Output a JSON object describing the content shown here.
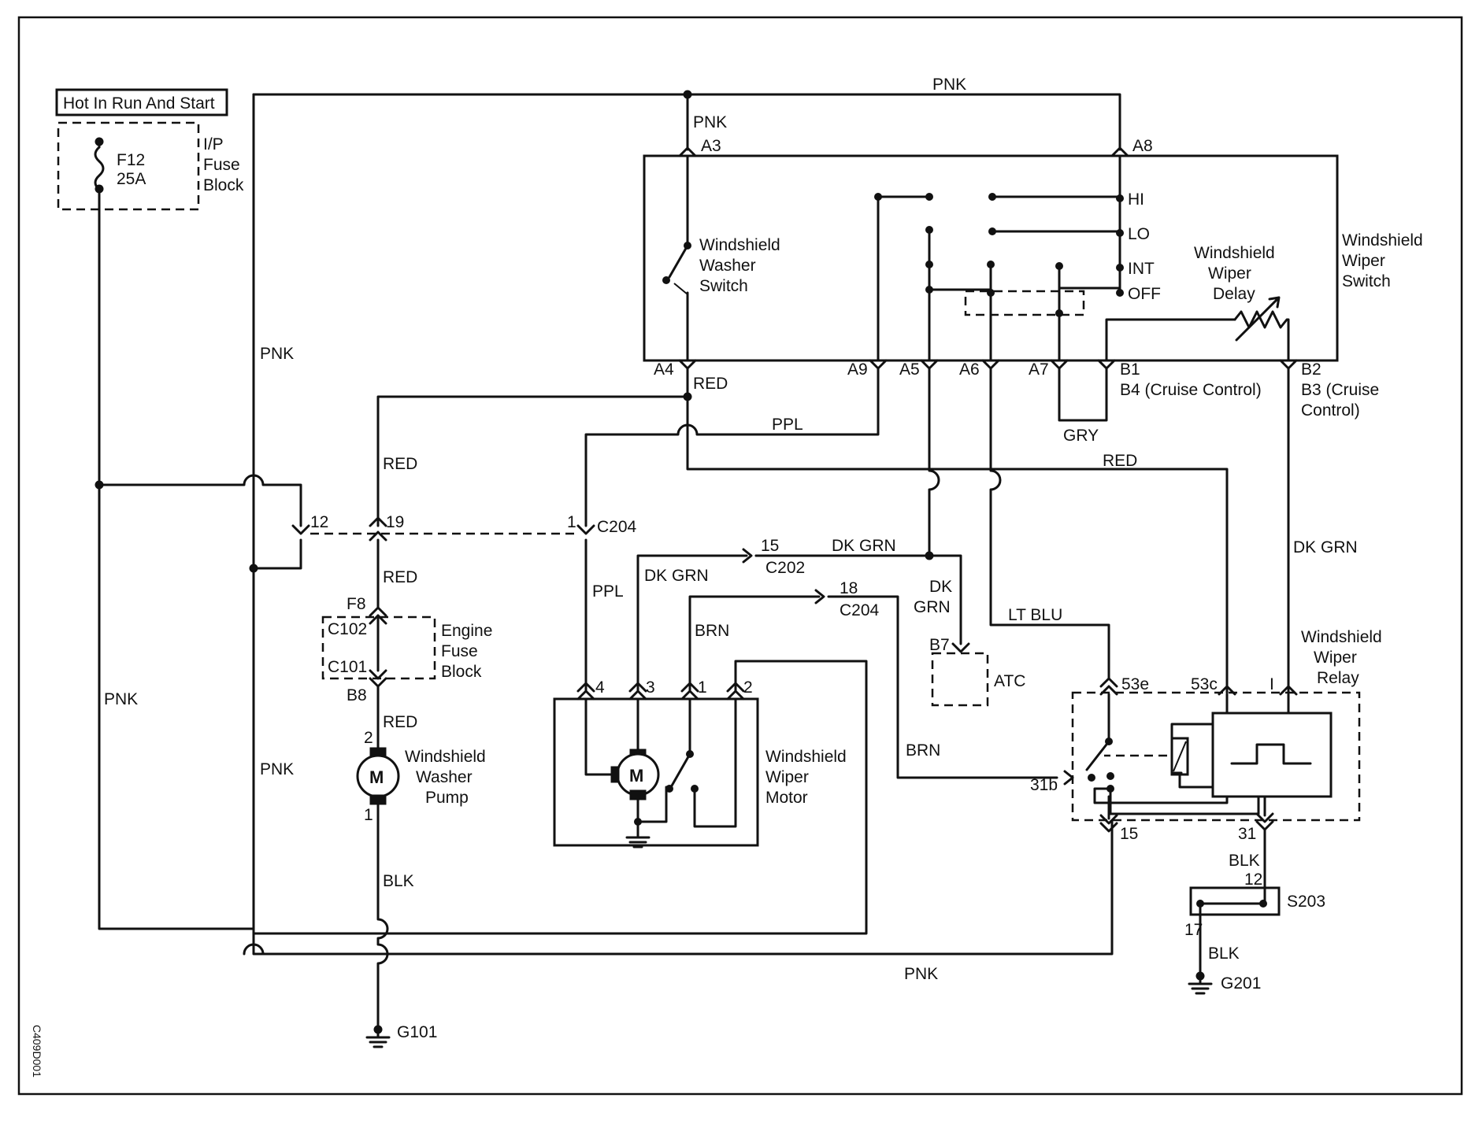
{
  "labels": {
    "header": "Hot In Run And Start",
    "fuse_name": "F12",
    "fuse_rating": "25A",
    "ip_fuse_block": [
      "I/P",
      "Fuse",
      "Block"
    ],
    "pnk_top": "PNK",
    "pnk_a3": "PNK",
    "pin_a3": "A3",
    "pin_a8": "A8",
    "washer_switch": [
      "Windshield",
      "Washer",
      "Switch"
    ],
    "sw_hi": "HI",
    "sw_lo": "LO",
    "sw_int": "INT",
    "sw_off": "OFF",
    "wiper_delay": [
      "Windshield",
      "Wiper",
      "Delay"
    ],
    "wiper_switch": [
      "Windshield",
      "Wiper",
      "Switch"
    ],
    "pin_a4": "A4",
    "pin_a9": "A9",
    "pin_a5": "A5",
    "pin_a6": "A6",
    "pin_a7": "A7",
    "pin_b1": "B1",
    "pin_b2": "B2",
    "b4_note": "B4 (Cruise Control)",
    "b3_note": [
      "B3 (Cruise",
      "Control)"
    ],
    "red_a4": "RED",
    "ppl_a9": "PPL",
    "gry": "GRY",
    "red_relay": "RED",
    "pnk_left_mid": "PNK",
    "pnk_far_left": "PNK",
    "pnk_left_low": "PNK",
    "pnk_bottom": "PNK",
    "red_19": "RED",
    "red_f8": "RED",
    "red_b8": "RED",
    "pin_12": "12",
    "pin_19": "19",
    "pin_1_c204": "1",
    "c204_top": "C204",
    "pin_15_c202": "15",
    "dk_grn_c202": "DK GRN",
    "c202": "C202",
    "pin_18": "18",
    "c204_mid": "C204",
    "dk_grn_motor": "DK GRN",
    "ppl_motor": "PPL",
    "brn_motor": "BRN",
    "dk_grn_b7": [
      "DK",
      "GRN"
    ],
    "pin_b7": "B7",
    "atc": "ATC",
    "lt_blu": "LT BLU",
    "dk_grn_relay": "DK GRN",
    "f8": "F8",
    "c102": "C102",
    "c101": "C101",
    "b8": "B8",
    "engine_fuse_block": [
      "Engine",
      "Fuse",
      "Block"
    ],
    "pump_pin_2": "2",
    "pump_pin_1": "1",
    "motor_symbol": "M",
    "washer_pump": [
      "Windshield",
      "Washer",
      "Pump"
    ],
    "blk_pump": "BLK",
    "g101": "G101",
    "motor_pin_4": "4",
    "motor_pin_3": "3",
    "motor_pin_1": "1",
    "motor_pin_2": "2",
    "wiper_motor": [
      "Windshield",
      "Wiper",
      "Motor"
    ],
    "brn_relay": "BRN",
    "relay_53e": "53e",
    "relay_53c": "53c",
    "relay_i": "I",
    "relay_31b": "31b",
    "relay_15": "15",
    "relay_31": "31",
    "wiper_relay": [
      "Windshield",
      "Wiper",
      "Relay"
    ],
    "blk_31": "BLK",
    "pin_12_s203": "12",
    "s203": "S203",
    "pin_17": "17",
    "blk_g201": "BLK",
    "g201": "G201",
    "figure_code": "C409D001"
  }
}
